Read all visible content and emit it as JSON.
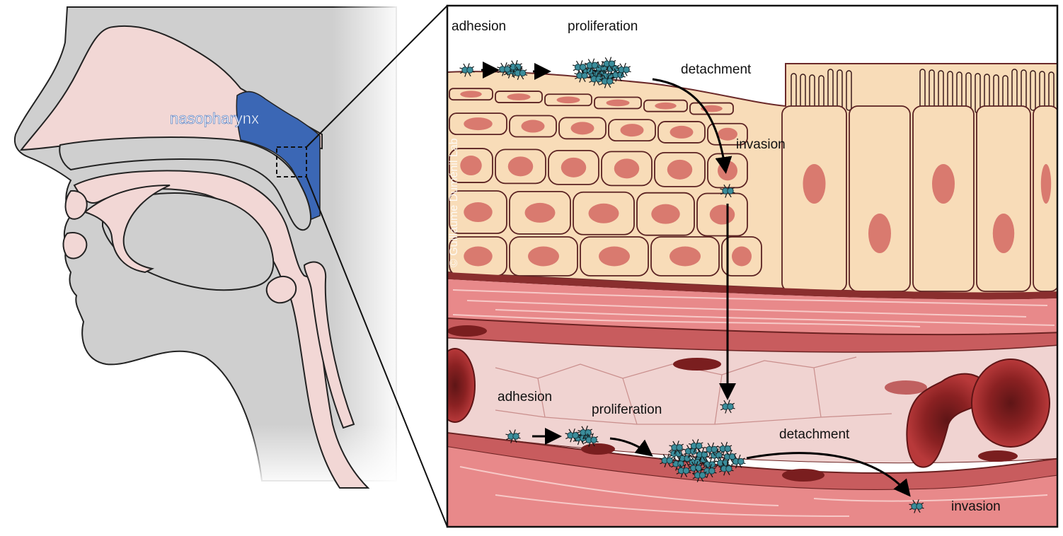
{
  "head_panel": {
    "region_label": "nasopharynx"
  },
  "detail_panel": {
    "credit": "© Guillaume Duménil Lab",
    "epithelium_labels": {
      "adhesion": "adhesion",
      "proliferation": "proliferation",
      "detachment": "detachment",
      "invasion": "invasion"
    },
    "vessel_labels": {
      "adhesion": "adhesion",
      "proliferation": "proliferation",
      "detachment": "detachment",
      "invasion": "invasion"
    }
  },
  "colors": {
    "head_gray": "#cfcfcf",
    "mucosa_pink": "#f2d7d5",
    "nasopharynx_blue": "#3b67b5",
    "cell_beige": "#f8dcb8",
    "nucleus": "#d97a6f",
    "tissue_red": "#e8898a",
    "vessel_lumen": "#f0d3d1",
    "rbc": "#9c2a2b",
    "bacteria": "#3b8d9b"
  }
}
